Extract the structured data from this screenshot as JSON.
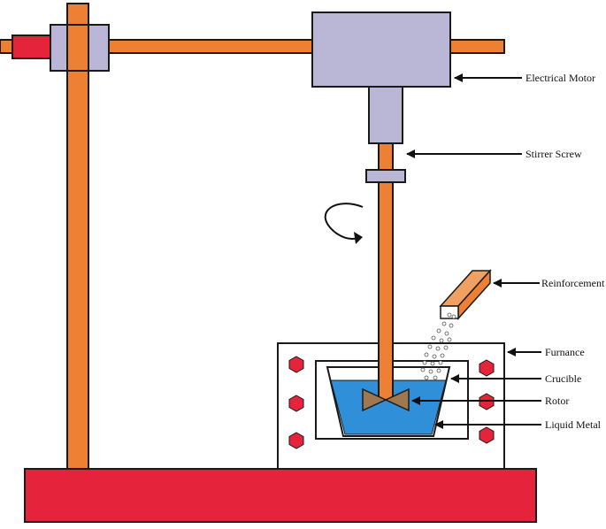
{
  "labels": {
    "motor": "Electrical Motor",
    "stirrer": "Stirrer Screw",
    "reinforcement": "Reinforcement",
    "furnace": "Furnance",
    "crucible": "Crucible",
    "rotor": "Rotor",
    "liquid_metal": "Liquid Metal"
  },
  "colors": {
    "rod": "#ee8033",
    "motor": "#b9b6d6",
    "base": "#e5243b",
    "liquid": "#2f8fd8",
    "rotor": "#a07850",
    "bolt": "#e5243b",
    "clamp": "#b9b6d6"
  },
  "icons": {
    "rotation": "curved-arrow-icon",
    "pointer": "arrow-left-icon",
    "bolt": "hexagon-bolt-icon"
  }
}
